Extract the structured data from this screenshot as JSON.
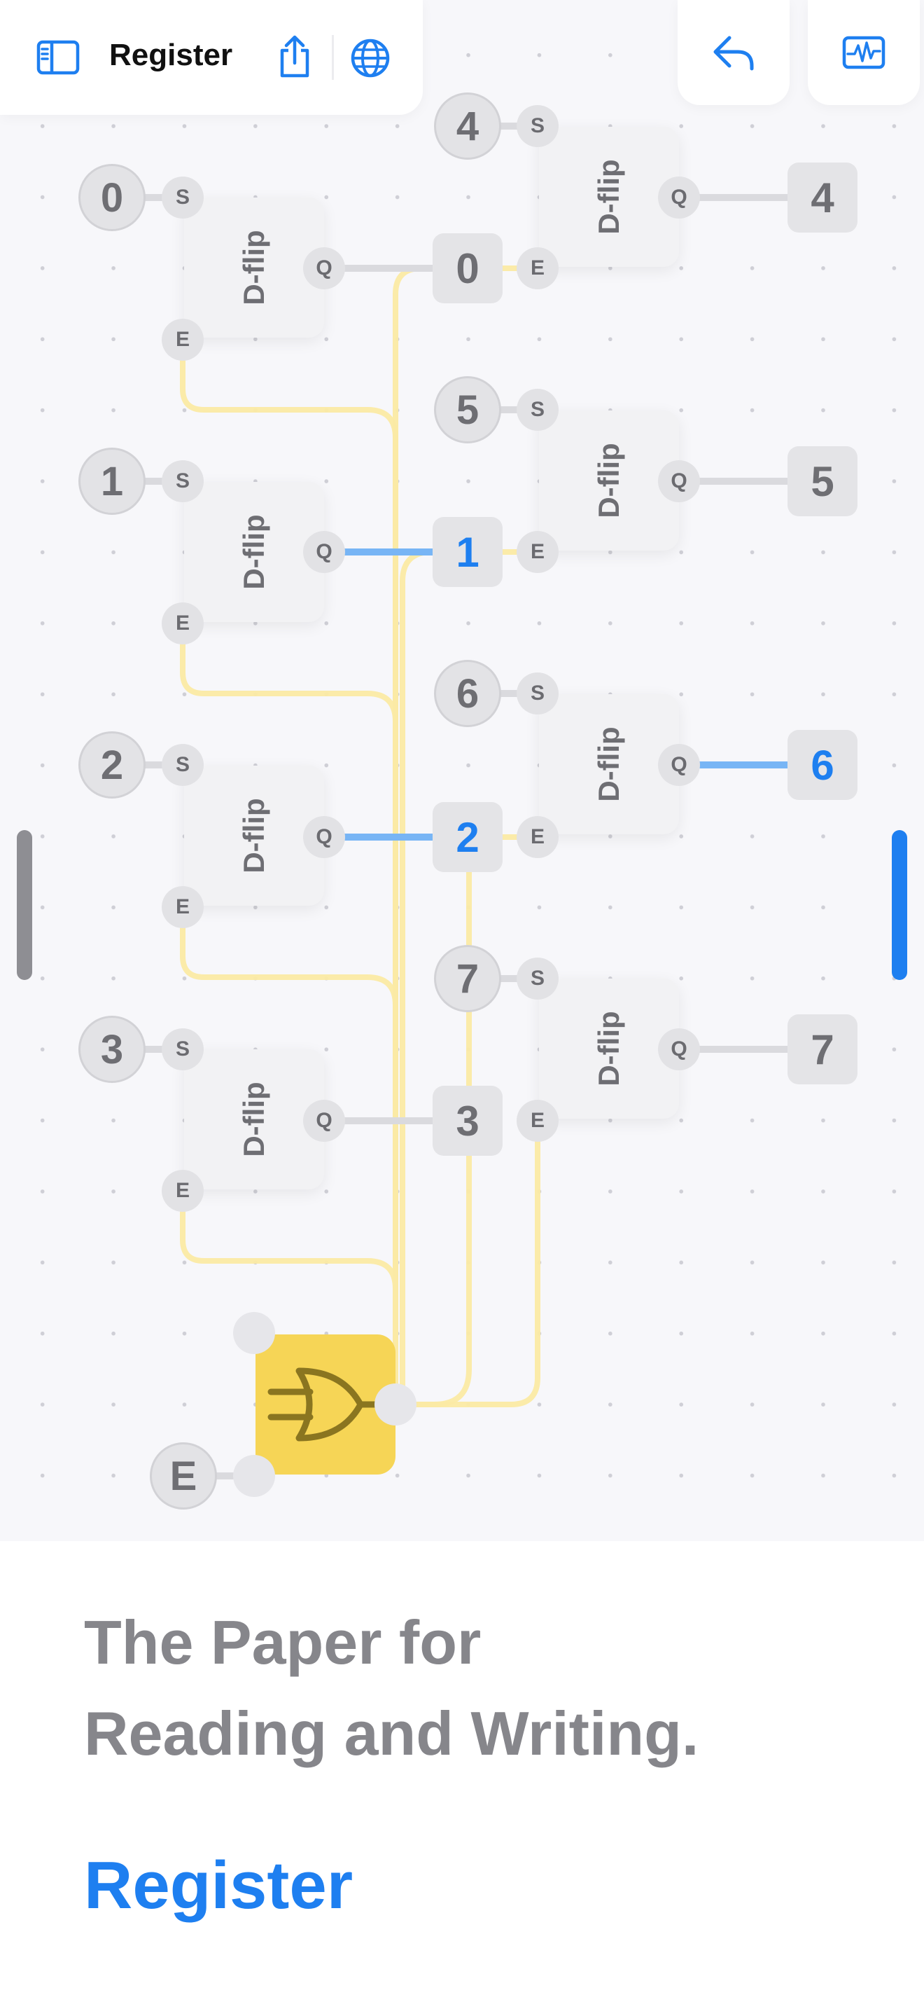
{
  "toolbar": {
    "title": "Register",
    "icons": [
      "sidebar-icon",
      "share-icon",
      "globe-icon"
    ]
  },
  "buttons": {
    "undo_icon": "undo-arrow-icon",
    "activity_icon": "waveform-icon"
  },
  "circuit": {
    "flip_flop_label": "D-flip",
    "pin_labels": {
      "set": "S",
      "enable": "E",
      "output": "Q"
    },
    "inputs": [
      "0",
      "1",
      "2",
      "3",
      "4",
      "5",
      "6",
      "7"
    ],
    "outputs": [
      {
        "label": "0",
        "active": false
      },
      {
        "label": "1",
        "active": true
      },
      {
        "label": "2",
        "active": true
      },
      {
        "label": "3",
        "active": false
      },
      {
        "label": "4",
        "active": false
      },
      {
        "label": "5",
        "active": false
      },
      {
        "label": "6",
        "active": true
      },
      {
        "label": "7",
        "active": false
      }
    ],
    "enable_switch": "E",
    "colors": {
      "wire_on": "#78b5f5",
      "wire_off": "#dadade",
      "enable_wire": "#fbeaa4",
      "or_gate": "#f6d556",
      "accent": "#1e7ff0"
    }
  },
  "hero": {
    "tagline_line1": "The Paper for",
    "tagline_line2": "Reading and Writing.",
    "link": "Register"
  }
}
